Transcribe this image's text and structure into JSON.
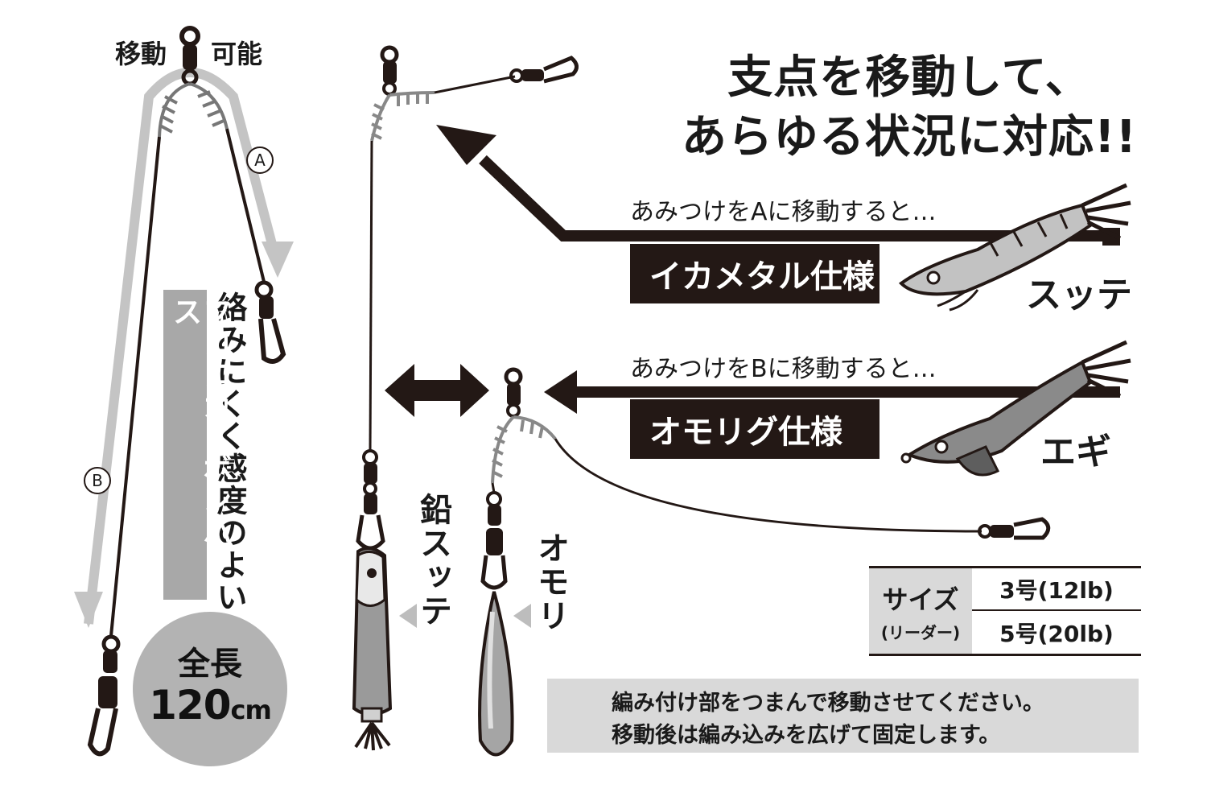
{
  "top": {
    "movable_left": "移動",
    "movable_right": "可能"
  },
  "headline": {
    "line1": "支点を移動して、",
    "line2": "あらゆる状況に対応!!"
  },
  "route_a": {
    "note": "あみつけをAに移動すると…",
    "spec": "イカメタル仕様",
    "lure": "スッテ"
  },
  "route_b": {
    "note": "あみつけをBに移動すると…",
    "spec": "オモリグ仕様",
    "lure": "エギ"
  },
  "markers": {
    "a": "A",
    "b": "B"
  },
  "leader": {
    "feature": "絡みにくく感度のよい",
    "material": "フロロカーボンハリス",
    "length_label": "全長",
    "length_value": "120",
    "length_unit": "cm"
  },
  "rigs": {
    "lead_sutte": "鉛スッテ",
    "sinker": "オモリ"
  },
  "size_table": {
    "header": "サイズ",
    "header_sub": "(リーダー)",
    "rows": [
      "3号(12lb)",
      "5号(20lb)"
    ]
  },
  "tip": {
    "icon": "lightbulb-icon",
    "line1": "編み付け部をつまんで移動させてください。",
    "line2": "移動後は編み込みを広げて固定します。"
  },
  "colors": {
    "ink": "#231815",
    "gray": "#b3b3b3",
    "light_gray": "#d9d9d9"
  }
}
